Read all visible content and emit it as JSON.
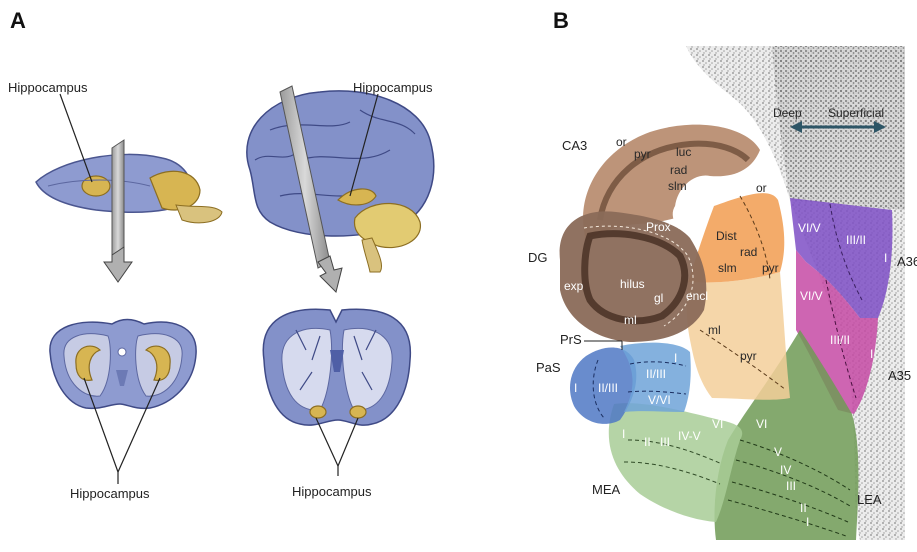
{
  "panels": {
    "a": "A",
    "b": "B"
  },
  "panel_a": {
    "rat_sagittal_label": "Hippocampus",
    "human_sagittal_label": "Hippocampus",
    "rat_coronal_label": "Hippocampus",
    "human_coronal_label": "Hippocampus"
  },
  "panel_b": {
    "axis_deep": "Deep",
    "axis_superficial": "Superficial",
    "regions": {
      "ca3": "CA3",
      "dg": "DG",
      "prs": "PrS",
      "pas": "PaS",
      "mea": "MEA",
      "lea": "LEA",
      "a36": "A36",
      "a35": "A35"
    },
    "ca3_layers": {
      "or": "or",
      "pyr": "pyr",
      "luc": "luc",
      "rad": "rad",
      "slm": "slm",
      "prox": "Prox"
    },
    "ca1_layers": {
      "or": "or",
      "dist": "Dist",
      "rad": "rad",
      "slm": "slm",
      "pyr": "pyr"
    },
    "dg_layers": {
      "exp": "exp",
      "hilus": "hilus",
      "gl": "gl",
      "encl": "encl",
      "ml": "ml"
    },
    "subiculum_layers": {
      "ml": "ml",
      "pyr": "pyr"
    },
    "prs_layers": {
      "i": "I",
      "ii_iii": "II/III",
      "v_vi": "V/VI"
    },
    "pas_layers": {
      "i": "I",
      "ii_iii": "II/III"
    },
    "mea_layers": {
      "i": "I",
      "ii": "II",
      "iii": "III",
      "iv_v": "IV-V",
      "vi": "VI"
    },
    "lea_layers": {
      "vi": "VI",
      "v": "V",
      "iv": "IV",
      "iii": "III",
      "ii": "II",
      "i": "I"
    },
    "a36_layers": {
      "vi_v": "VI/V",
      "iii_ii": "III/II",
      "i": "I"
    },
    "a35_layers": {
      "vi_v": "VI/V",
      "iii_ii": "III/II",
      "i": "I"
    },
    "colors": {
      "ca3": "#b98e72",
      "dg": "#8a6a58",
      "ca1": "#f2a25a",
      "subiculum": "#f3cf9a",
      "prs": "#6fa3d8",
      "pas": "#4f78c4",
      "mea": "#a8cc96",
      "lea": "#6f9a55",
      "a36": "#7e4fc6",
      "a35": "#c54aa4",
      "brain_blue": "#7f8fc6",
      "hippocampus_gold": "#d7b552"
    }
  }
}
